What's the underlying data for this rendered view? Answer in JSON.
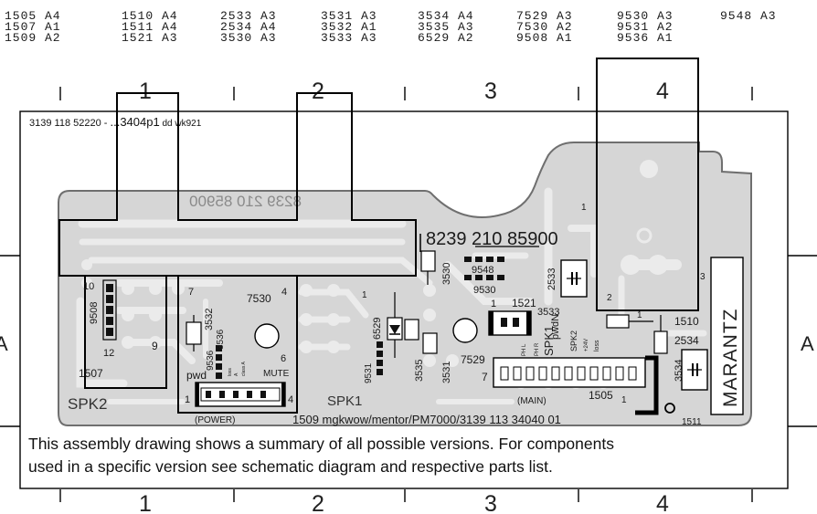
{
  "index_table": {
    "columns": [
      [
        "1505 A4",
        "1507 A1",
        "1509 A2"
      ],
      [
        "1510 A4",
        "1511 A4",
        "1521 A3"
      ],
      [
        "2533 A3",
        "2534 A4",
        "3530 A3"
      ],
      [
        "3531 A3",
        "3532 A1",
        "3533 A3"
      ],
      [
        "3534 A4",
        "3535 A3",
        "6529 A2"
      ],
      [
        "7529 A3",
        "7530 A2",
        "9508 A1"
      ],
      [
        "9530 A3",
        "9531 A2",
        "9536 A1"
      ],
      [
        "9548 A3"
      ]
    ]
  },
  "grid": {
    "top_numbers": [
      "1",
      "2",
      "3",
      "4"
    ],
    "bottom_numbers": [
      "1",
      "2",
      "3",
      "4"
    ],
    "left_letter": "A",
    "right_letter": "A"
  },
  "drawing_code": {
    "prefix": "3139 118 52220 - ",
    "main": "...3404p1",
    "suffix": "  dd wk921"
  },
  "board": {
    "board_number": "8239 210 85900",
    "mirrored_number": "8239 210 85900",
    "footer_code": "1509  mgkwow/mentor/PM7000/3139 113 34040 01",
    "brand": "MARANTZ",
    "connectors": {
      "spk2": "SPK2",
      "spk1": "SPK1",
      "spk1_right": "SPK1",
      "spk2_small": "SPK2",
      "power": "(POWER)",
      "main": "(MAIN)",
      "mute": "MUTE",
      "pwd": "pwd",
      "pwdn": "pwdN"
    },
    "small_labels": {
      "ph_l": "PH L",
      "ph_r": "PH R",
      "v24": "+24V",
      "loss": "loss",
      "class_a": "class A",
      "a": "A",
      "loss_small": "loss"
    },
    "components": {
      "r3530": "3530",
      "r3532": "3532",
      "r3536": "3536",
      "r3535": "3535",
      "r3531": "3531",
      "r3533": "3533",
      "r3534": "3534",
      "c2533": "2533",
      "c2534": "2534",
      "d6529": "6529",
      "t7529": "7529",
      "ic7530": "7530",
      "j9508": "9508",
      "j9536": "9536",
      "j9531": "9531",
      "j9530": "9530",
      "j9548": "9548",
      "c1521": "1521",
      "c1510": "1510",
      "c1511": "1511",
      "c1505": "1505",
      "c1507": "1507",
      "pins": {
        "p10": "10",
        "p12": "12",
        "p9": "9",
        "p7": "7",
        "p4": "4",
        "p6": "6",
        "p1a": "1",
        "p4b": "4",
        "p1b": "1",
        "p1c": "1",
        "p1d": "1",
        "p1e": "1",
        "p7b": "7",
        "p2": "2",
        "p3": "3"
      }
    }
  },
  "note": {
    "line1": "This assembly drawing shows a summary of all possible versions.  For components",
    "line2": "used in a specific version see schematic diagram and respective parts list."
  }
}
